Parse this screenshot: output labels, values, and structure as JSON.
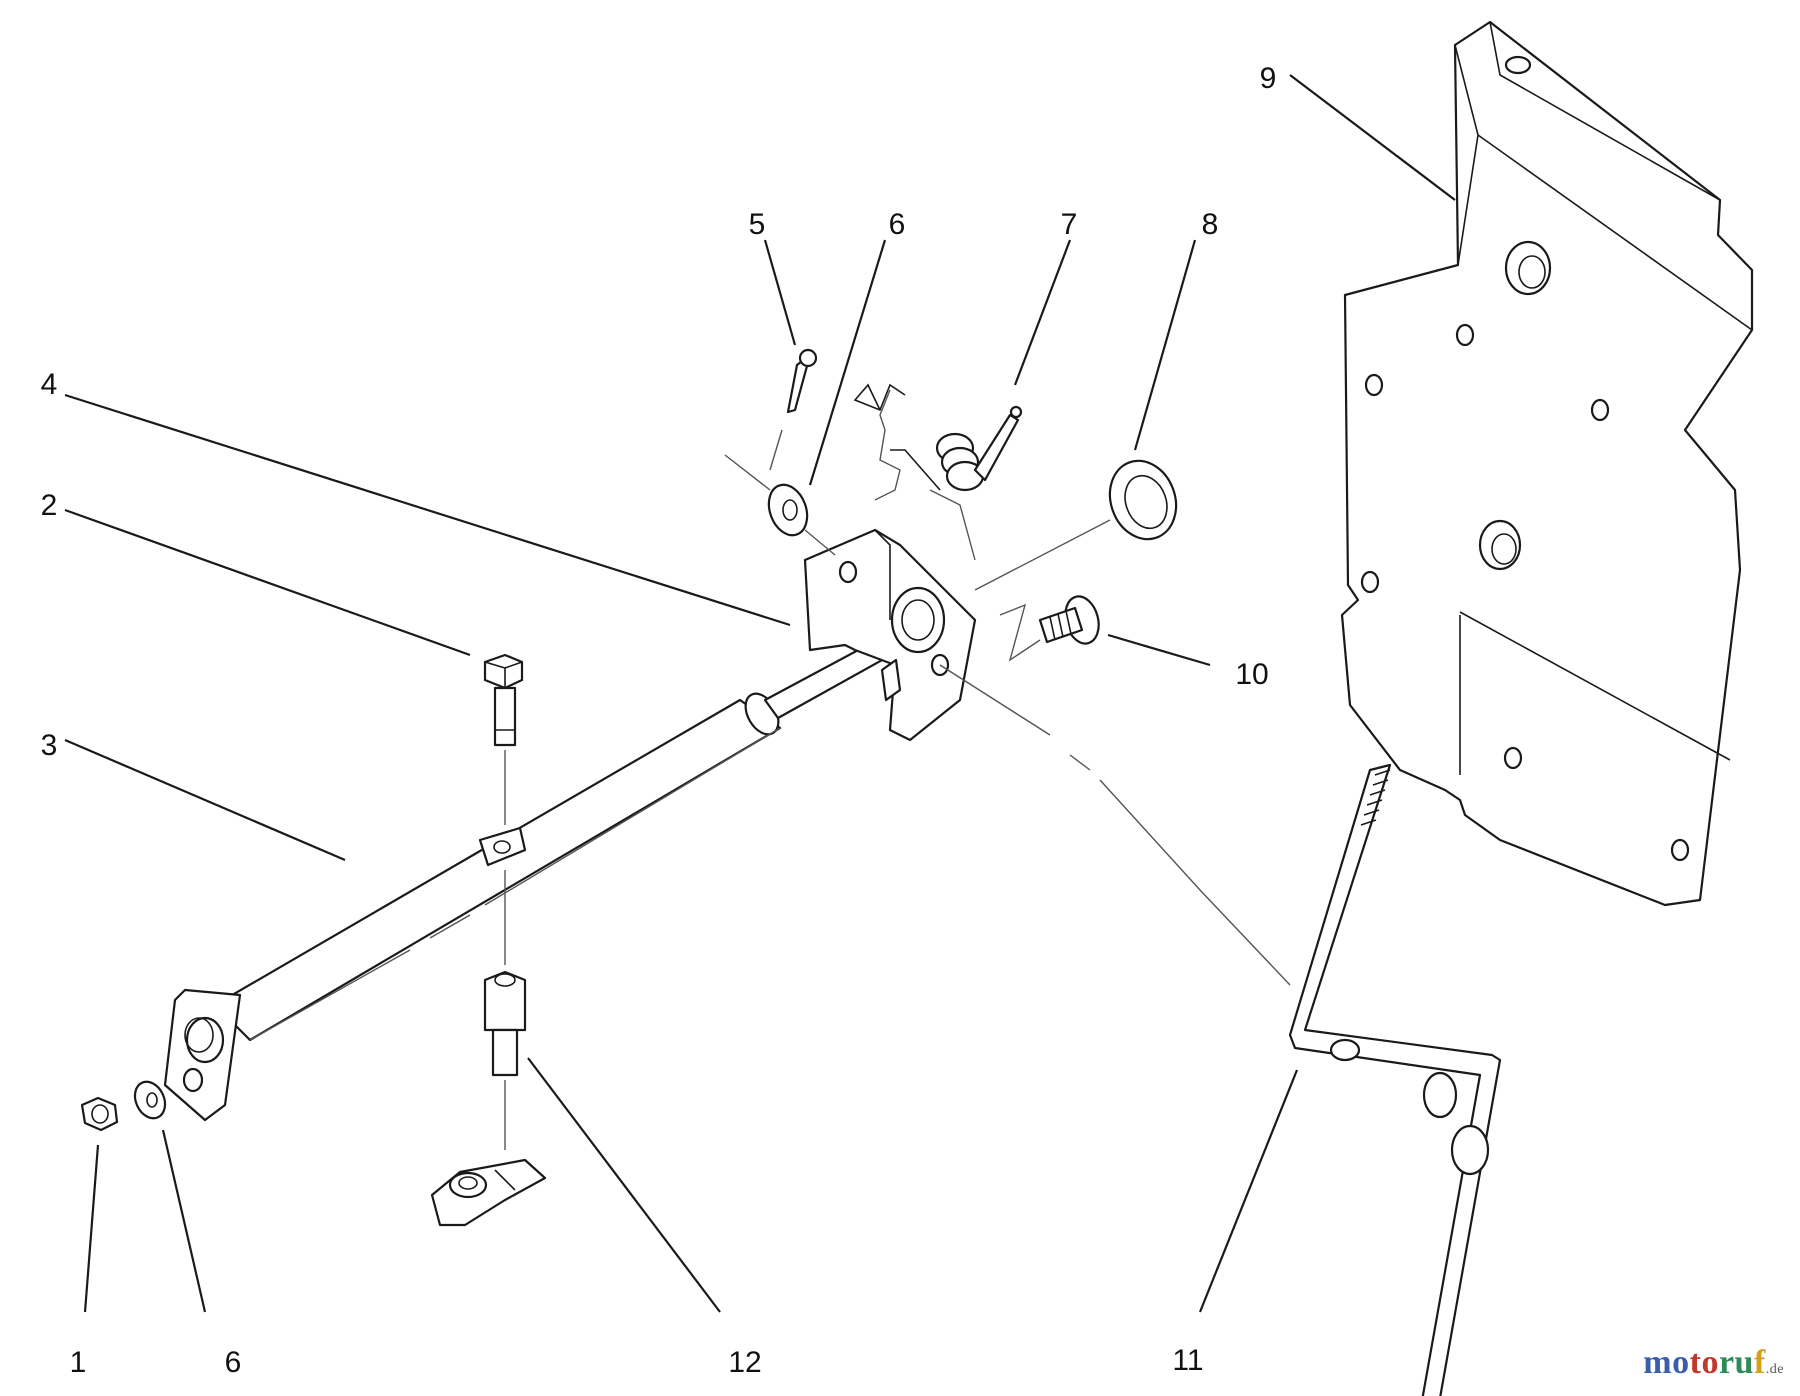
{
  "diagram": {
    "callouts": [
      {
        "id": "c1",
        "label": "1"
      },
      {
        "id": "c6a",
        "label": "6"
      },
      {
        "id": "c12",
        "label": "12"
      },
      {
        "id": "c11",
        "label": "11"
      },
      {
        "id": "c3",
        "label": "3"
      },
      {
        "id": "c2",
        "label": "2"
      },
      {
        "id": "c4",
        "label": "4"
      },
      {
        "id": "c5",
        "label": "5"
      },
      {
        "id": "c6b",
        "label": "6"
      },
      {
        "id": "c7",
        "label": "7"
      },
      {
        "id": "c8",
        "label": "8"
      },
      {
        "id": "c9",
        "label": "9"
      },
      {
        "id": "c10",
        "label": "10"
      }
    ]
  },
  "watermark": {
    "part1": "mo",
    "part2": "to",
    "part3": "ru",
    "part4": "f",
    "tld": ".de"
  }
}
